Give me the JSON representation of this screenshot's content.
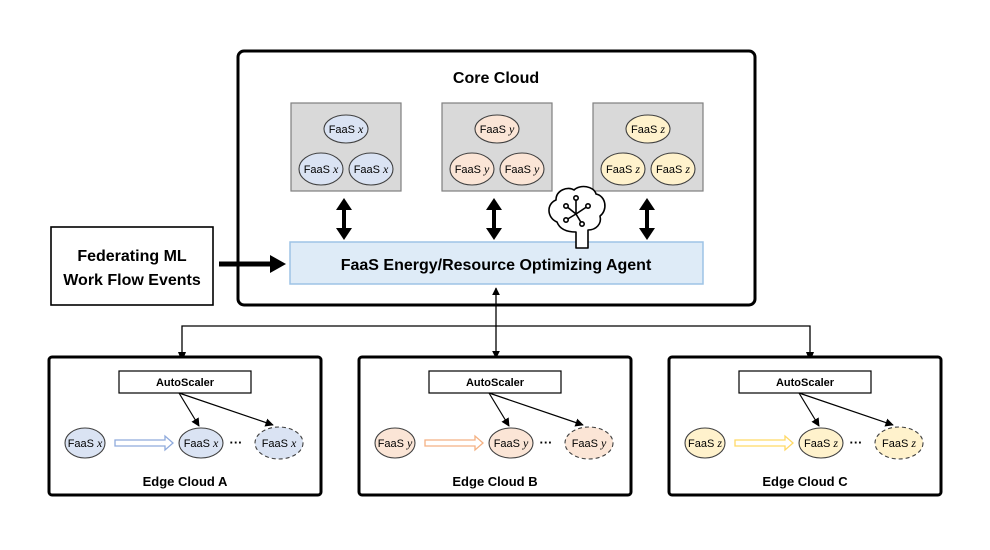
{
  "core": {
    "title": "Core Cloud",
    "agent_label": "FaaS Energy/Resource Optimizing Agent",
    "groups": [
      {
        "prefix": "FaaS",
        "var": "x",
        "color": "#dae3f3"
      },
      {
        "prefix": "FaaS",
        "var": "y",
        "color": "#fbe5d6"
      },
      {
        "prefix": "FaaS",
        "var": "z",
        "color": "#fff2cc"
      }
    ]
  },
  "events": {
    "line1": "Federating ML",
    "line2": "Work Flow Events"
  },
  "edges": [
    {
      "name": "Edge Cloud A",
      "autoscaler": "AutoScaler",
      "prefix": "FaaS",
      "var": "x",
      "color": "#dae3f3",
      "ellipsis": "···"
    },
    {
      "name": "Edge Cloud B",
      "autoscaler": "AutoScaler",
      "prefix": "FaaS",
      "var": "y",
      "color": "#fbe5d6",
      "ellipsis": "···"
    },
    {
      "name": "Edge Cloud C",
      "autoscaler": "AutoScaler",
      "prefix": "FaaS",
      "var": "z",
      "color": "#fff2cc",
      "ellipsis": "···"
    }
  ]
}
